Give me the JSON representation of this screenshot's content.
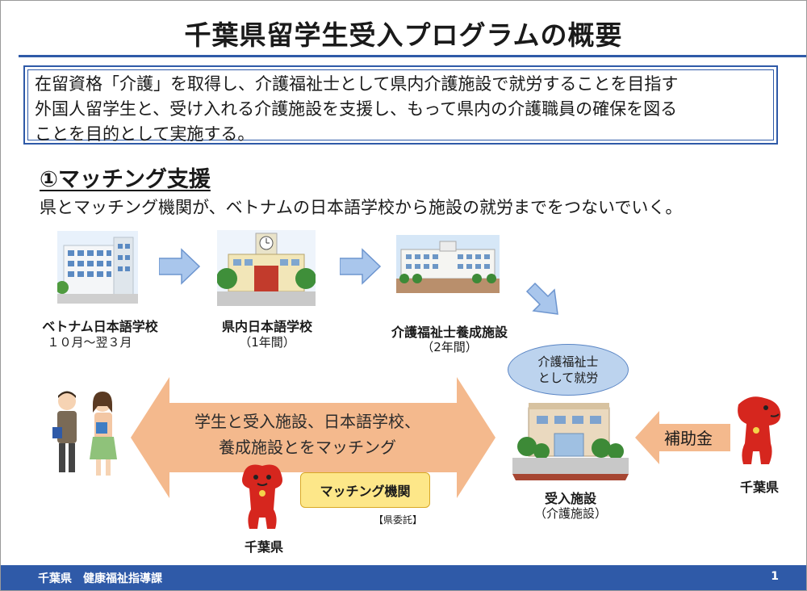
{
  "title": "千葉県留学生受入プログラムの概要",
  "purpose": {
    "lines": [
      "在留資格「介護」を取得し、介護福祉士として県内介護施設で就労することを目指す",
      "外国人留学生と、受け入れる介護施設を支援し、もって県内の介護職員の確保を図る",
      "ことを目的として実施する。"
    ]
  },
  "section1": {
    "heading": "①マッチング支援",
    "description": "県とマッチング機関が、ベトナムの日本語学校から施設の就労までをつないでいく。"
  },
  "flow": [
    {
      "label": "ベトナム日本語学校",
      "sub": "１０月～翌３月",
      "icon": "school-building-icon"
    },
    {
      "label": "県内日本語学校",
      "sub": "（1年間）",
      "icon": "clock-school-icon"
    },
    {
      "label": "介護福祉士養成施設",
      "sub": "（2年間）",
      "icon": "training-facility-icon"
    }
  ],
  "bubble": {
    "line1": "介護福祉士",
    "line2": "として就労"
  },
  "matching": {
    "arrow_line1": "学生と受入施設、日本語学校、",
    "arrow_line2": "養成施設とをマッチング",
    "agency": "マッチング機関",
    "commission": "【県委託】"
  },
  "facility": {
    "label": "受入施設",
    "sub": "（介護施設）"
  },
  "subsidy": "補助金",
  "prefecture_label": "千葉県",
  "prefecture_label_2": "千葉県",
  "footer": {
    "org": "千葉県　健康福祉指導課",
    "page": "1"
  },
  "colors": {
    "accent": "#2f5aa8",
    "arrow_orange": "#f4b98d",
    "arrow_blue": "#a9c6ec",
    "mascot_red": "#d6261e"
  }
}
